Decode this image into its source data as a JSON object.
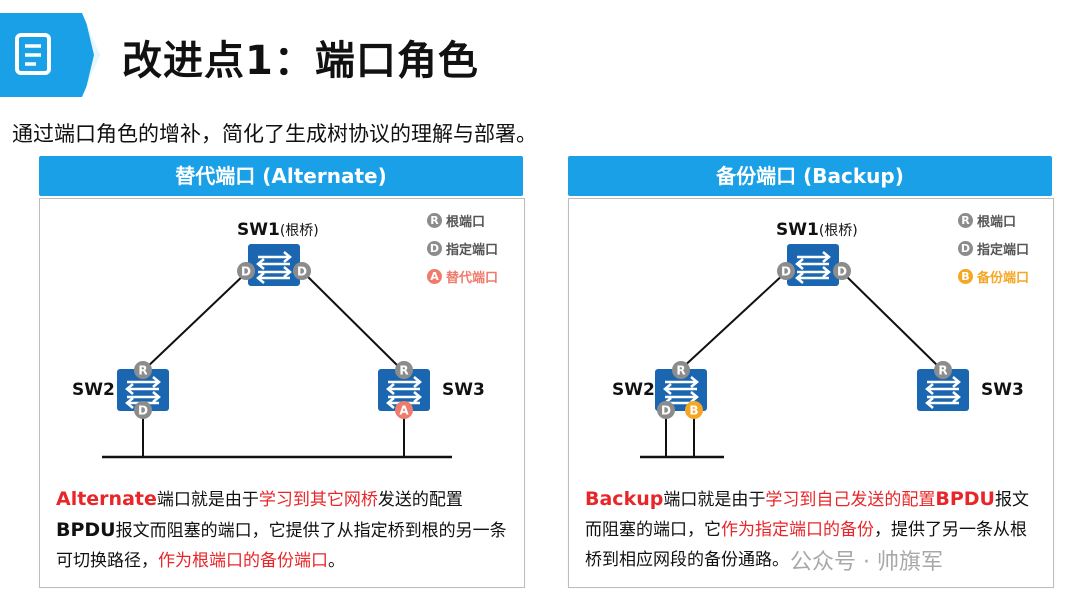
{
  "header": {
    "title": "改进点1：端口角色",
    "icon": "document-icon"
  },
  "subtitle": "通过端口角色的增补，简化了生成树协议的理解与部署。",
  "colors": {
    "accent": "#1aa0e6",
    "switch": "#1b66b1",
    "port_gray": "#8c8c8c",
    "alternate": "#ee7b6b",
    "backup": "#f5a623",
    "highlight": "#e8262a"
  },
  "left": {
    "title": "替代端口 (Alternate)",
    "sw1": "SW1",
    "sw1_note": "(根桥)",
    "sw2": "SW2",
    "sw3": "SW3",
    "legend": [
      {
        "letter": "R",
        "label": "根端口"
      },
      {
        "letter": "D",
        "label": "指定端口"
      },
      {
        "letter": "A",
        "label": "替代端口"
      }
    ],
    "desc": {
      "p1": "Alternate",
      "p2": "端口就是由于",
      "p3": "学习到其它网桥",
      "p4": "发送的配置",
      "p5": "BPDU",
      "p6": "报文而阻塞的端口，它提供了从指定桥到根的另一条可切换路径，",
      "p7": "作为根端口的备份端口",
      "p8": "。"
    }
  },
  "right": {
    "title": "备份端口 (Backup)",
    "sw1": "SW1",
    "sw1_note": "(根桥)",
    "sw2": "SW2",
    "sw3": "SW3",
    "legend": [
      {
        "letter": "R",
        "label": "根端口"
      },
      {
        "letter": "D",
        "label": "指定端口"
      },
      {
        "letter": "B",
        "label": "备份端口"
      }
    ],
    "desc": {
      "p1": "Backup",
      "p2": "端口就是由于",
      "p3": "学习到自己发送的配置",
      "p4": "BPDU",
      "p5": "报文而阻塞的端口，它",
      "p6": "作为指定端口的备份",
      "p7": "，提供了另一条从根桥到相应网段的备份通路。"
    }
  },
  "ports": {
    "root": "R",
    "designated": "D",
    "alternate": "A",
    "backup": "B"
  },
  "watermark": "公众号 · 帅旗军"
}
